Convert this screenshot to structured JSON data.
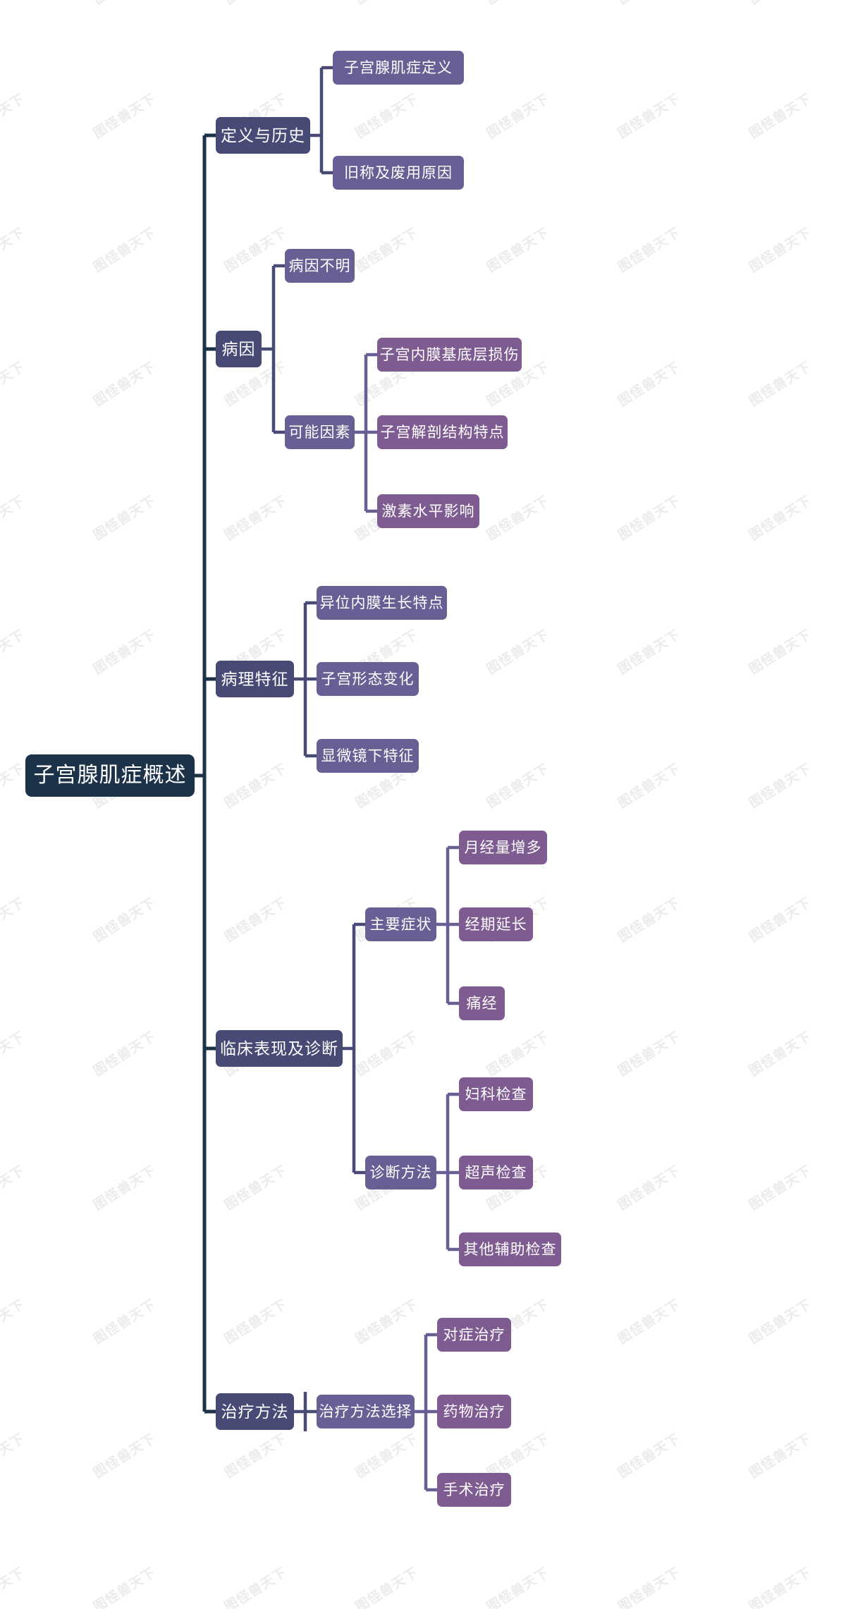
{
  "diagram": {
    "title": "子宫腺肌症概述",
    "type": "mindmap",
    "background": "#ffffff",
    "watermark_text": "图怪兽天下",
    "colors": {
      "root": "#1b3249",
      "level1": "#474a75",
      "level2": "#6a5f95",
      "level3": "#7e5c92",
      "connector_root": "#1b3249",
      "connector_level1": "#474a75",
      "connector_level2": "#6a5f95",
      "text": "#ffffff"
    },
    "root": {
      "id": "root",
      "label": "子宫腺肌症概述"
    },
    "nodes": {
      "b1": {
        "label": "定义与历史"
      },
      "b1c1": {
        "label": "子宫腺肌症定义"
      },
      "b1c2": {
        "label": "旧称及废用原因"
      },
      "b2": {
        "label": "病因"
      },
      "b2c1": {
        "label": "病因不明"
      },
      "b2c2": {
        "label": "可能因素"
      },
      "b2c2g1": {
        "label": "子宫内膜基底层损伤"
      },
      "b2c2g2": {
        "label": "子宫解剖结构特点"
      },
      "b2c2g3": {
        "label": "激素水平影响"
      },
      "b3": {
        "label": "病理特征"
      },
      "b3c1": {
        "label": "异位内膜生长特点"
      },
      "b3c2": {
        "label": "子宫形态变化"
      },
      "b3c3": {
        "label": "显微镜下特征"
      },
      "b4": {
        "label": "临床表现及诊断"
      },
      "b4c1": {
        "label": "主要症状"
      },
      "b4c1g1": {
        "label": "月经量增多"
      },
      "b4c1g2": {
        "label": "经期延长"
      },
      "b4c1g3": {
        "label": "痛经"
      },
      "b4c2": {
        "label": "诊断方法"
      },
      "b4c2g1": {
        "label": "妇科检查"
      },
      "b4c2g2": {
        "label": "超声检查"
      },
      "b4c2g3": {
        "label": "其他辅助检查"
      },
      "b5": {
        "label": "治疗方法"
      },
      "b5c1": {
        "label": "治疗方法选择"
      },
      "b5c1g1": {
        "label": "对症治疗"
      },
      "b5c1g2": {
        "label": "药物治疗"
      },
      "b5c1g3": {
        "label": "手术治疗"
      }
    },
    "outline": [
      {
        "label": "定义与历史",
        "children": [
          {
            "label": "子宫腺肌症定义"
          },
          {
            "label": "旧称及废用原因"
          }
        ]
      },
      {
        "label": "病因",
        "children": [
          {
            "label": "病因不明"
          },
          {
            "label": "可能因素",
            "children": [
              {
                "label": "子宫内膜基底层损伤"
              },
              {
                "label": "子宫解剖结构特点"
              },
              {
                "label": "激素水平影响"
              }
            ]
          }
        ]
      },
      {
        "label": "病理特征",
        "children": [
          {
            "label": "异位内膜生长特点"
          },
          {
            "label": "子宫形态变化"
          },
          {
            "label": "显微镜下特征"
          }
        ]
      },
      {
        "label": "临床表现及诊断",
        "children": [
          {
            "label": "主要症状",
            "children": [
              {
                "label": "月经量增多"
              },
              {
                "label": "经期延长"
              },
              {
                "label": "痛经"
              }
            ]
          },
          {
            "label": "诊断方法",
            "children": [
              {
                "label": "妇科检查"
              },
              {
                "label": "超声检查"
              },
              {
                "label": "其他辅助检查"
              }
            ]
          }
        ]
      },
      {
        "label": "治疗方法",
        "children": [
          {
            "label": "治疗方法选择",
            "children": [
              {
                "label": "对症治疗"
              },
              {
                "label": "药物治疗"
              },
              {
                "label": "手术治疗"
              }
            ]
          }
        ]
      }
    ]
  }
}
